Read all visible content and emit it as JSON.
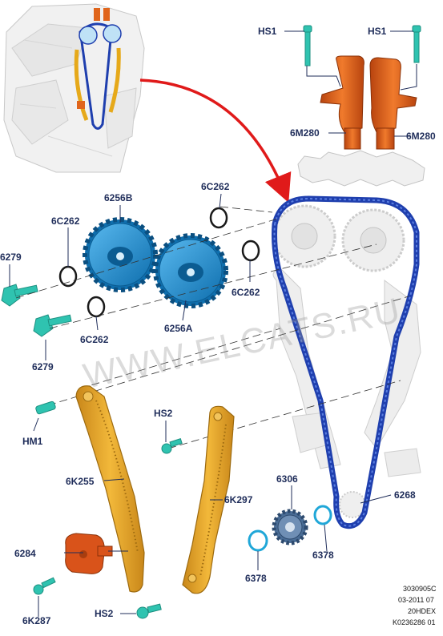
{
  "labels": {
    "hs1_left": "HS1",
    "hs1_right": "HS1",
    "p6m280_left": "6M280",
    "p6m280_right": "6M280",
    "p6256b": "6256B",
    "p6c262_a": "6C262",
    "p6c262_b": "6C262",
    "p6279_a": "6279",
    "p6c262_c": "6C262",
    "p6c262_d": "6C262",
    "p6256a": "6256A",
    "p6279_b": "6279",
    "hm1": "HM1",
    "hs2_a": "HS2",
    "p6k255": "6K255",
    "p6k297": "6K297",
    "p6306": "6306",
    "p6268": "6268",
    "p6378_a": "6378",
    "p6378_b": "6378",
    "p6284": "6284",
    "p6k287": "6K287",
    "hs2_b": "HS2"
  },
  "watermark": "WWW.ELCATS.RU",
  "reference": {
    "line1": "3030905C",
    "line2": "03-2011 07",
    "line3": "20HDEX",
    "line4": "K0236286 01"
  },
  "colors": {
    "gear_blue": "#1e8fd0",
    "chain_blue": "#1f3fae",
    "guide_orange": "#e6a91a",
    "solenoid_orange": "#e0651c",
    "bolt_teal": "#2fc3b0",
    "arrow_red": "#e01a1a",
    "label_navy": "#1f2d5a"
  }
}
